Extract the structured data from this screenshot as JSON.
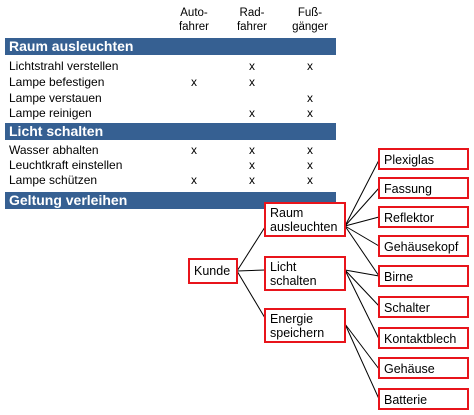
{
  "columns": [
    "Auto-\nfahrer",
    "Rad-\nfahrer",
    "Fuß-\ngänger"
  ],
  "sections": [
    {
      "title": "Raum ausleuchten",
      "rows": [
        {
          "label": "Lichtstrahl verstellen",
          "marks": [
            "",
            "x",
            "x"
          ]
        },
        {
          "label": "Lampe befestigen",
          "marks": [
            "x",
            "x",
            ""
          ]
        },
        {
          "label": "Lampe verstauen",
          "marks": [
            "",
            "",
            "x"
          ]
        },
        {
          "label": "Lampe reinigen",
          "marks": [
            "",
            "x",
            "x"
          ]
        }
      ]
    },
    {
      "title": "Licht schalten",
      "rows": [
        {
          "label": "Wasser abhalten",
          "marks": [
            "x",
            "x",
            "x"
          ]
        },
        {
          "label": "Leuchtkraft einstellen",
          "marks": [
            "",
            "x",
            "x"
          ]
        },
        {
          "label": "Lampe schützen",
          "marks": [
            "x",
            "x",
            "x"
          ]
        }
      ]
    },
    {
      "title": "Geltung verleihen",
      "rows": []
    }
  ],
  "tree": {
    "root": "Kunde",
    "branches": [
      "Raum\nausleuchten",
      "Licht\nschalten",
      "Energie\nspeichern"
    ],
    "leaves": [
      "Plexiglas",
      "Fassung",
      "Reflektor",
      "Gehäusekopf",
      "Birne",
      "Schalter",
      "Kontaktblech",
      "Gehäuse",
      "Batterie"
    ]
  },
  "colors": {
    "section_bg": "#366092",
    "box_border": "#e8141b"
  }
}
